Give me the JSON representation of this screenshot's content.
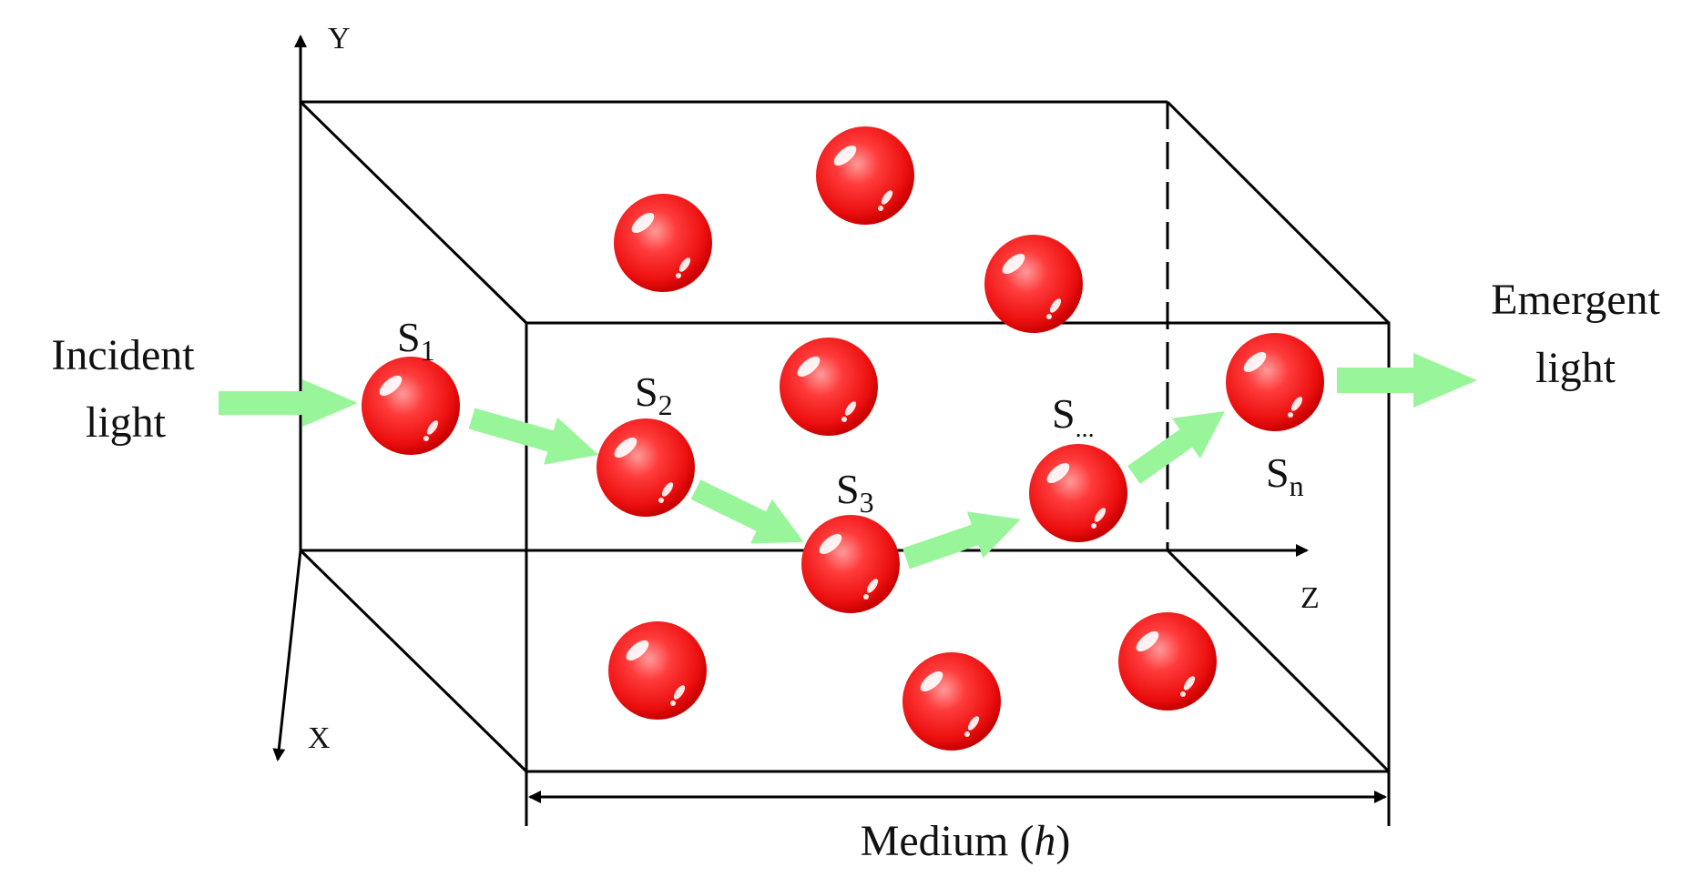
{
  "axes": {
    "y": "Y",
    "z": "Z",
    "x": "X"
  },
  "incident": {
    "line1": "Incident",
    "line2": "light"
  },
  "emergent": {
    "line1": "Emergent",
    "line2": "light"
  },
  "scatterers": {
    "s1": {
      "base": "S",
      "sub": "1"
    },
    "s2": {
      "base": "S",
      "sub": "2"
    },
    "s3": {
      "base": "S",
      "sub": "3"
    },
    "sdots": {
      "base": "S",
      "sub": "..."
    },
    "sn": {
      "base": "S",
      "sub": "n"
    }
  },
  "medium": {
    "label": "Medium (",
    "symbol": "h",
    "close": ")"
  },
  "colors": {
    "particle": "#f01818",
    "arrow": "#99f59a",
    "line": "#000000"
  }
}
